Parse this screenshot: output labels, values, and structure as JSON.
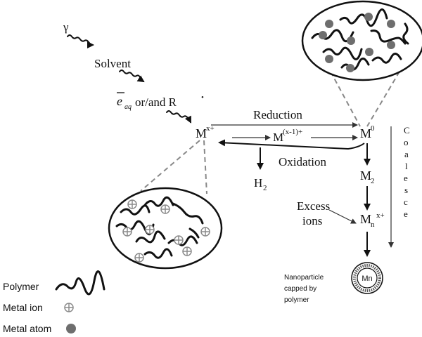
{
  "labels": {
    "gamma": "γ",
    "solvent": "Solvent",
    "electron_e": "e",
    "electron_sub": "aq",
    "electron_rest": " or/and R",
    "radical_dot": "•",
    "mx": "M",
    "mx_sup": "x+",
    "reduction": "Reduction",
    "m_intermediate": "M",
    "m_intermediate_sup": "(x-1)+",
    "m0": "M",
    "m0_sup": "0",
    "oxidation": "Oxidation",
    "h2": "H",
    "h2_sub": "2",
    "m2": "M",
    "m2_sub": "2",
    "excess_ions_line1": "Excess",
    "excess_ions_line2": "ions",
    "mn": "M",
    "mn_sub": "n",
    "mn_sup": "x+",
    "coalesce": "Coalesce",
    "nanoparticle_line1": "Nanoparticle",
    "nanoparticle_line2": "capped by",
    "nanoparticle_line3": "polymer",
    "mn_core": "Mn"
  },
  "legend": [
    {
      "label": "Polymer",
      "symbol": "polymer-squiggle"
    },
    {
      "label": "Metal ion",
      "symbol": "circled-plus"
    },
    {
      "label": "Metal atom",
      "symbol": "gray-dot"
    }
  ],
  "colors": {
    "ink": "#111111",
    "metal_atom": "#6e6e6e",
    "metal_ion": "#8a8a8a",
    "dashed": "#888888"
  }
}
